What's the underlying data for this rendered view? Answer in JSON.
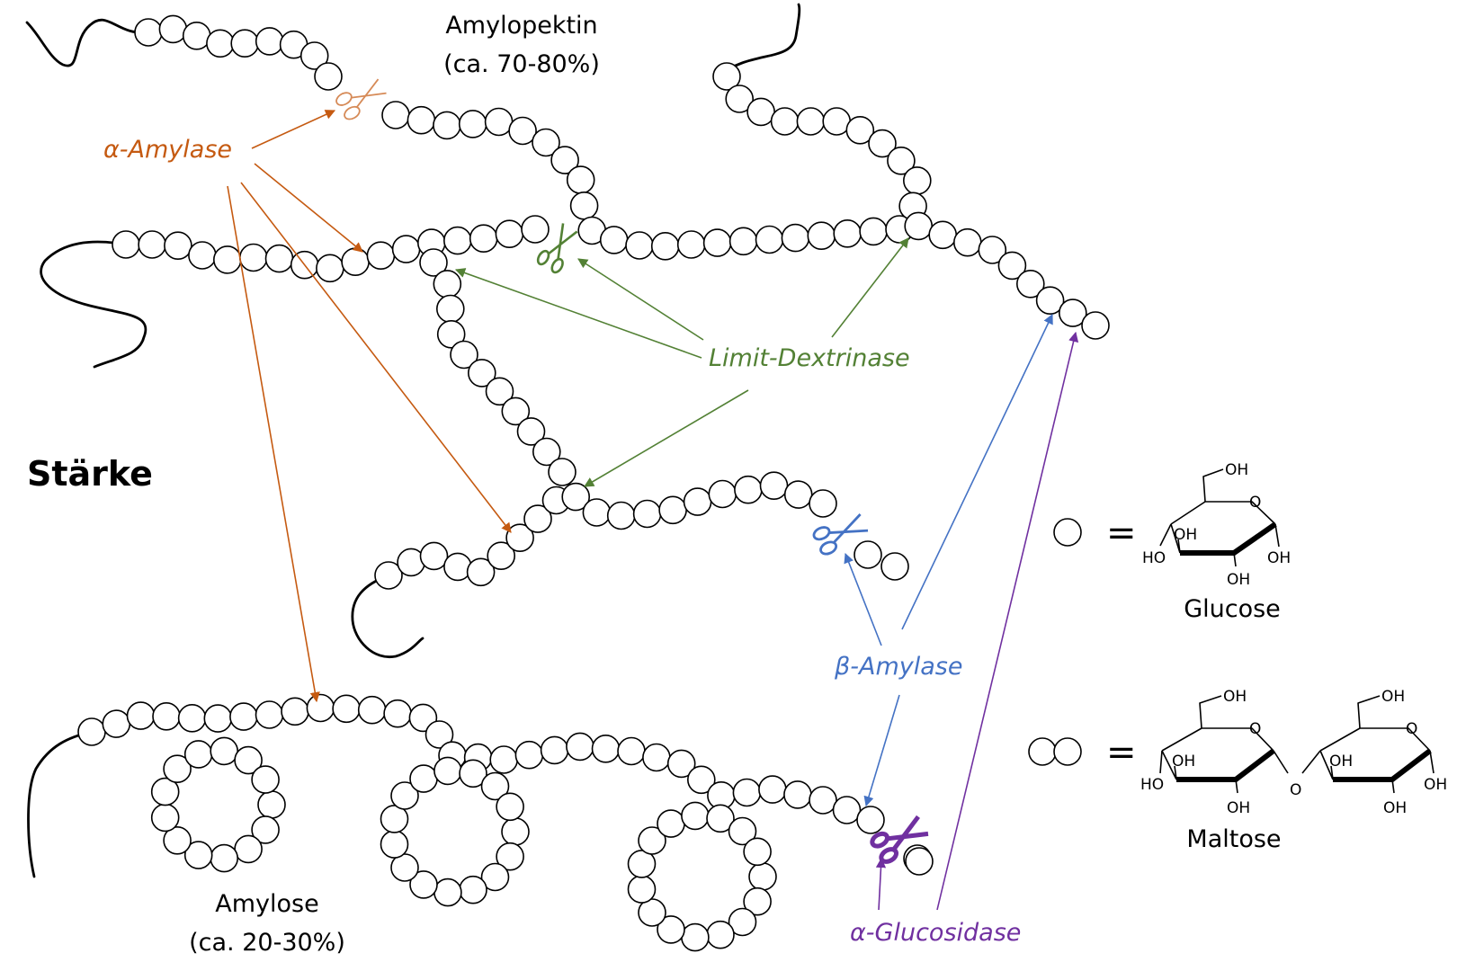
{
  "title": "Stärke",
  "amylopektin": {
    "name": "Amylopektin",
    "share": "(ca. 70-80%)"
  },
  "amylose": {
    "name": "Amylose",
    "share": "(ca. 20-30%)"
  },
  "enzymes": {
    "alpha_amylase": {
      "label": "α-Amylase",
      "color": "#C55A11"
    },
    "limit_dextrinase": {
      "label": "Limit-Dextrinase",
      "color": "#538135"
    },
    "beta_amylase": {
      "label": "β-Amylase",
      "color": "#4472C4"
    },
    "alpha_glucosidase": {
      "label": "α-Glucosidase",
      "color": "#7030A0"
    }
  },
  "legend": {
    "equals": "=",
    "glucose": {
      "name": "Glucose",
      "groups": {
        "oh_top": "OH",
        "ring_o": "O",
        "oh_left_inner": "OH",
        "ho_left": "HO",
        "oh_right": "OH",
        "oh_bottom": "OH"
      }
    },
    "maltose": {
      "name": "Maltose",
      "groups": {
        "oh_top_1": "OH",
        "ring_o_1": "O",
        "oh_inner_1": "OH",
        "ho_left_1": "HO",
        "oh_bottom_1": "OH",
        "bridge_o": "O",
        "oh_top_2": "OH",
        "ring_o_2": "O",
        "oh_inner_2": "OH",
        "oh_right_2": "OH",
        "oh_bottom_2": "OH"
      }
    }
  },
  "icons": [
    "scissors-icon",
    "glucose-unit-icon",
    "maltose-unit-icon"
  ]
}
